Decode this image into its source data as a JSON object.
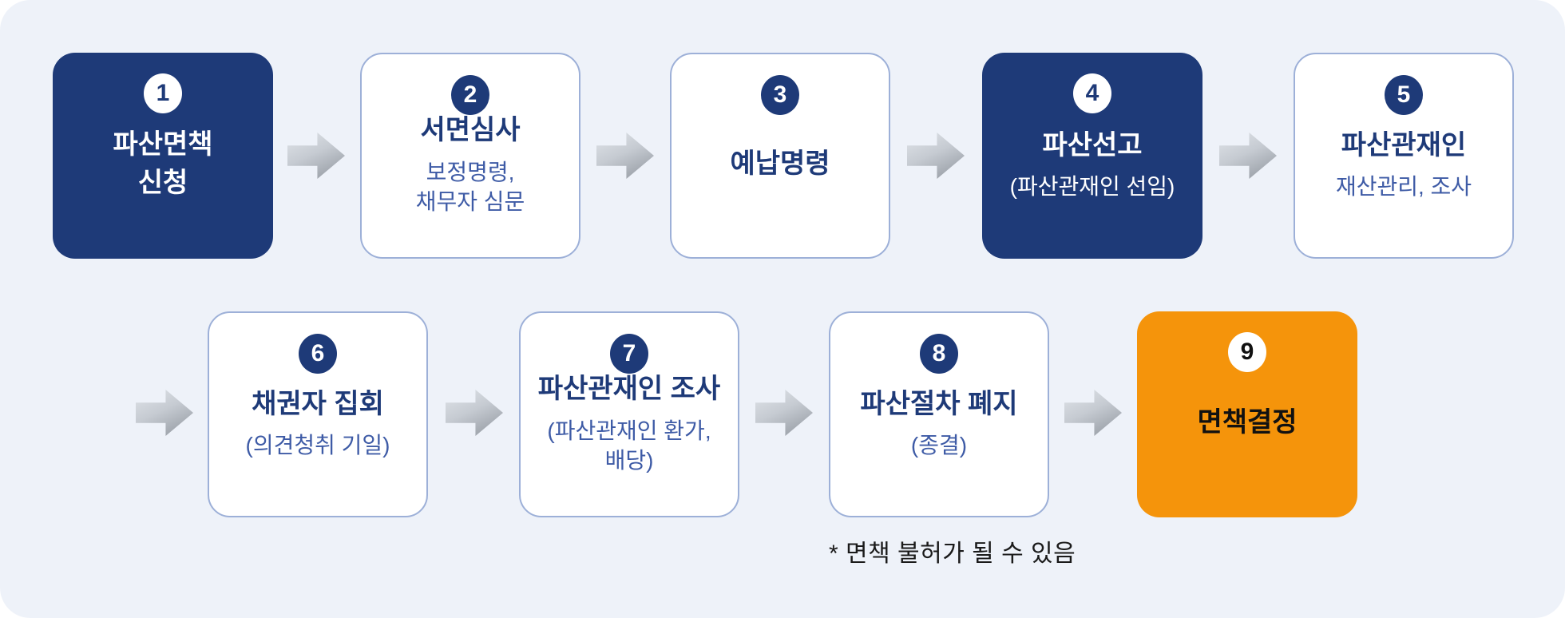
{
  "diagram": {
    "note": "* 면책 불허가 될 수 있음",
    "colors": {
      "background": "#eef2f9",
      "navy": "#1e3a78",
      "orange": "#f5940b",
      "card_border": "#9db0d8",
      "subtitle_blue": "#3e5ba6",
      "arrow_gray_light": "#e0e4e9",
      "arrow_gray_dark": "#8f959d",
      "note_text": "#1a1a1a"
    },
    "steps": [
      {
        "num": "1",
        "title": "파산면책\n신청",
        "subtitle": "",
        "variant": "navy"
      },
      {
        "num": "2",
        "title": "서면심사",
        "subtitle": "보정명령,\n채무자 심문",
        "variant": "white"
      },
      {
        "num": "3",
        "title": "예납명령",
        "subtitle": "",
        "variant": "white"
      },
      {
        "num": "4",
        "title": "파산선고",
        "subtitle": "(파산관재인 선임)",
        "variant": "navy"
      },
      {
        "num": "5",
        "title": "파산관재인",
        "subtitle": "재산관리, 조사",
        "variant": "white"
      },
      {
        "num": "6",
        "title": "채권자 집회",
        "subtitle": "(의견청취 기일)",
        "variant": "white"
      },
      {
        "num": "7",
        "title": "파산관재인 조사",
        "subtitle": "(파산관재인 환가,\n배당)",
        "variant": "white"
      },
      {
        "num": "8",
        "title": "파산절차 폐지",
        "subtitle": "(종결)",
        "variant": "white"
      },
      {
        "num": "9",
        "title": "면책결정",
        "subtitle": "",
        "variant": "orange"
      }
    ]
  }
}
